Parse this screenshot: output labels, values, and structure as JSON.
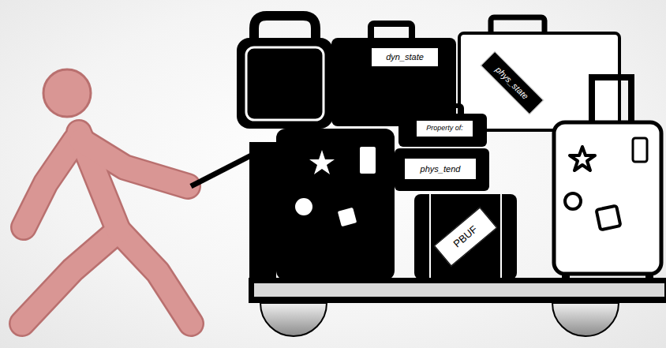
{
  "diagram": {
    "nodes": [
      {
        "text": [
          "dyn_state"
        ]
      },
      {
        "text": [
          "phys_state"
        ]
      },
      {
        "text": [
          "Property of:"
        ]
      },
      {
        "text": [
          "phys_tend"
        ]
      },
      {
        "text": [
          "PBUF"
        ]
      }
    ]
  }
}
